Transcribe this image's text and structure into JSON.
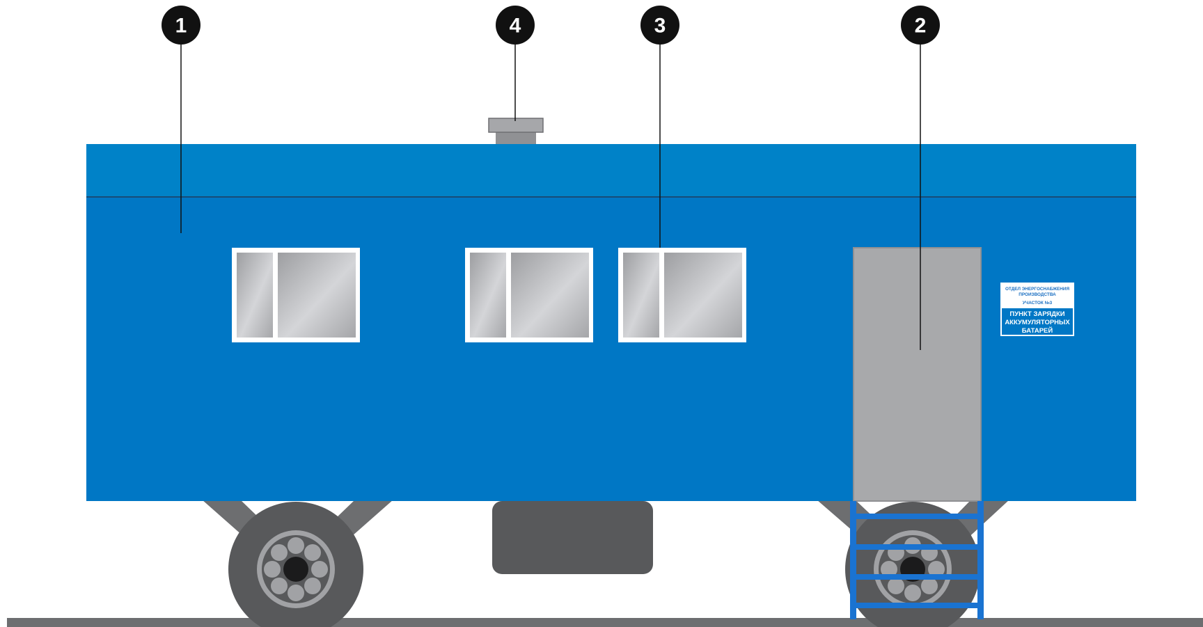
{
  "callouts": [
    {
      "id": "1",
      "label": "1"
    },
    {
      "id": "4",
      "label": "4"
    },
    {
      "id": "3",
      "label": "3"
    },
    {
      "id": "2",
      "label": "2"
    }
  ],
  "sign": {
    "top_line_1": "ОТДЕЛ ЭНЕРГОСНАБЖЕНИЯ",
    "top_line_2": "ПРОИЗВОДСТВА",
    "top_line_3": "УЧАСТОК №3",
    "bottom_line_1": "ПУНКТ ЗАРЯДКИ",
    "bottom_line_2": "АККУМУЛЯТОРНЫХ",
    "bottom_line_3": "БАТАРЕЙ"
  },
  "colors": {
    "body_blue": "#0079c6",
    "roof_blue": "#0082c8",
    "stair_blue": "#1a73d1",
    "door_gray": "#a8a9ab",
    "wheel_dark": "#58595b",
    "ground": "#6d6e70",
    "callout_black": "#111111"
  }
}
